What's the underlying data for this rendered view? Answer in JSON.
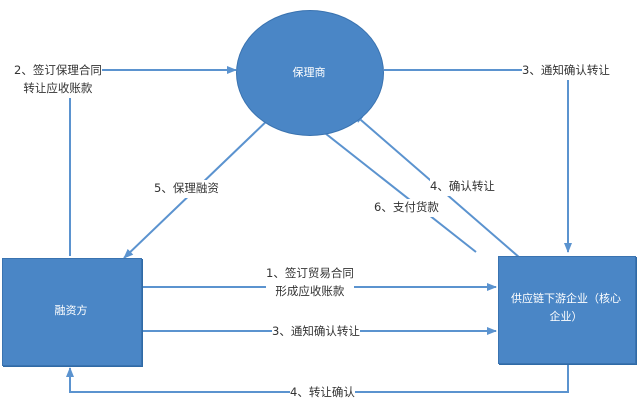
{
  "nodes": {
    "factor": "保理商",
    "financier": "融资方",
    "core_enterprise_line1": "供应链下游企业（核心",
    "core_enterprise_line2": "企业）"
  },
  "edges": {
    "step1_line1": "1、签订贸易合同",
    "step1_line2": "形成应收账款",
    "step2_line1": "2、签订保理合同",
    "step2_line2": "转让应收账款",
    "step3_top": "3、通知确认转让",
    "step3_bottom": "3、通知确认转让",
    "step4_up": "4、确认转让",
    "step4_bottom": "4、转让确认",
    "step5": "5、保理融资",
    "step6": "6、支付货款"
  },
  "colors": {
    "node_fill": "#4a86c6",
    "node_border": "#3a73b0",
    "arrow": "#5b93cf"
  }
}
